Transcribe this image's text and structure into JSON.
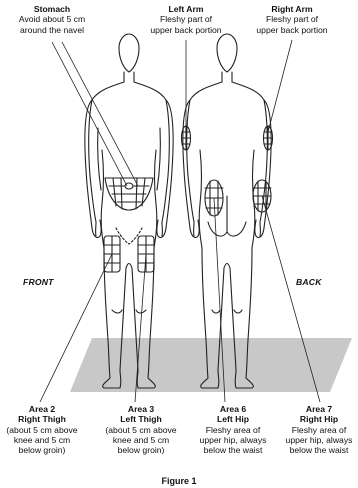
{
  "top_labels": [
    {
      "title": "Stomach",
      "lines": [
        "Avoid about 5 cm",
        "around the navel"
      ]
    },
    {
      "title": "Left Arm",
      "lines": [
        "Fleshy part of",
        "upper back portion"
      ]
    },
    {
      "title": "Right Arm",
      "lines": [
        "Fleshy part of",
        "upper back portion"
      ]
    }
  ],
  "side_labels": {
    "front": "FRONT",
    "back": "BACK"
  },
  "bottom_labels": [
    {
      "area": "Area 2",
      "title": "Right Thigh",
      "lines": [
        "(about 5 cm above",
        "knee and 5 cm",
        "below groin)"
      ]
    },
    {
      "area": "Area 3",
      "title": "Left Thigh",
      "lines": [
        "(about 5 cm above",
        "knee and 5 cm",
        "below groin)"
      ]
    },
    {
      "area": "Area 6",
      "title": "Left Hip",
      "lines": [
        "Fleshy area of",
        "upper hip, always",
        "below the waist"
      ]
    },
    {
      "area": "Area 7",
      "title": "Right Hip",
      "lines": [
        "Fleshy area of",
        "upper hip, always",
        "below the waist"
      ]
    }
  ],
  "caption": "Figure 1",
  "colors": {
    "floor": "#c8c8c8",
    "outline": "#222222"
  }
}
